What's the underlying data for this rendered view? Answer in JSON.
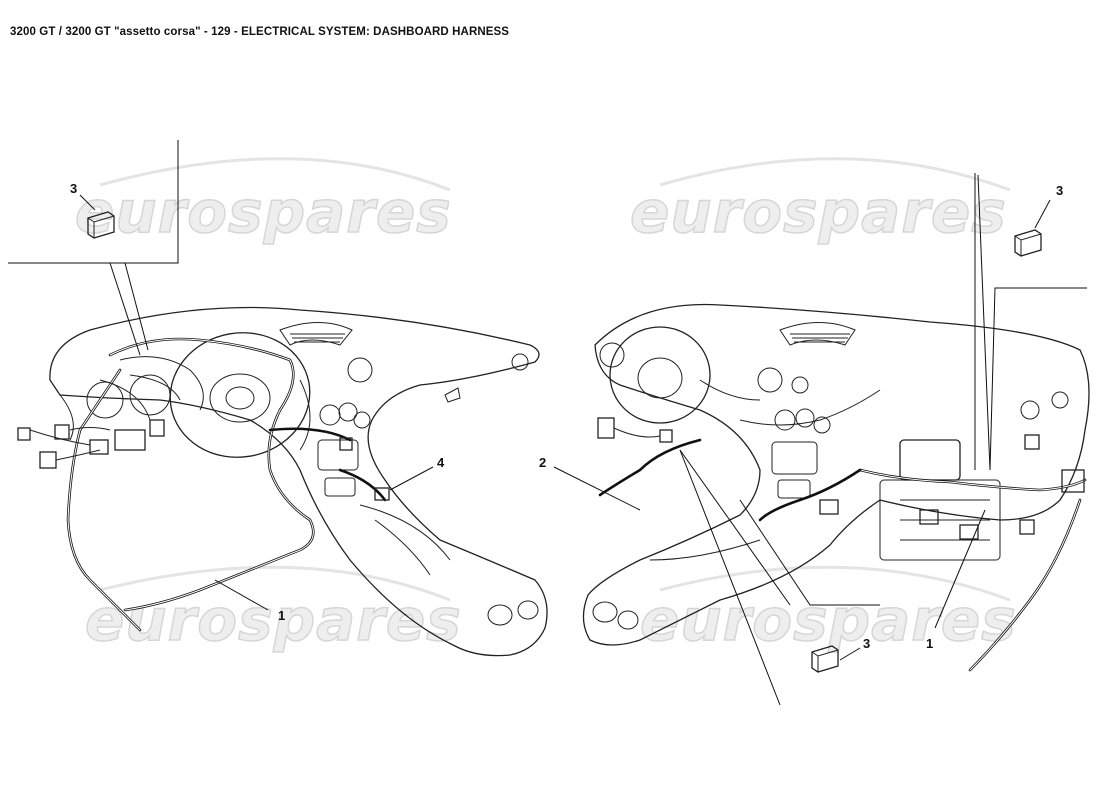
{
  "title": "3200 GT / 3200 GT \"assetto corsa\" - 129 - ELECTRICAL SYSTEM: DASHBOARD HARNESS",
  "watermark": "eurospares",
  "callouts": [
    "1",
    "1",
    "2",
    "3",
    "3",
    "3",
    "4"
  ]
}
